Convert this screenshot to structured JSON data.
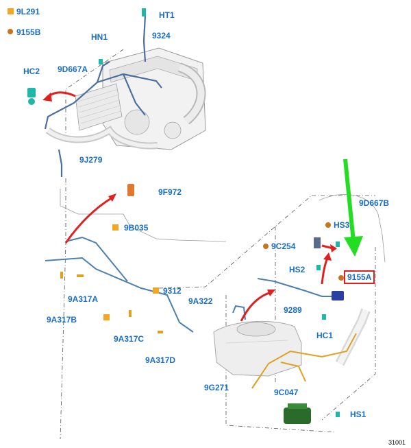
{
  "legend": {
    "square_code": "9L291",
    "dot_code": "9155B"
  },
  "colors": {
    "label": "#1a6fc4",
    "square_marker": "#f5a623",
    "dot_marker": "#c8741e",
    "red_arrow": "#e02020",
    "green_arrow": "#22dd22",
    "highlight_box": "#e02020"
  },
  "labels": {
    "ht1": "HT1",
    "hn1": "HN1",
    "l9324": "9324",
    "hc2": "HC2",
    "l9d667a": "9D667A",
    "l9j279": "9J279",
    "l9f972": "9F972",
    "l9b035": "9B035",
    "l9d667b": "9D667B",
    "hs3": "HS3",
    "l9c254": "9C254",
    "hs2": "HS2",
    "l9155a": "9155A",
    "l9a317a": "9A317A",
    "l9a317b": "9A317B",
    "l9312": "9312",
    "l9a322": "9A322",
    "l9289": "9289",
    "hc1": "HC1",
    "l9a317c": "9A317C",
    "l9a317d": "9A317D",
    "l9g271": "9G271",
    "l9c047": "9C047",
    "hs1": "HS1"
  },
  "figure_ref": "31001"
}
